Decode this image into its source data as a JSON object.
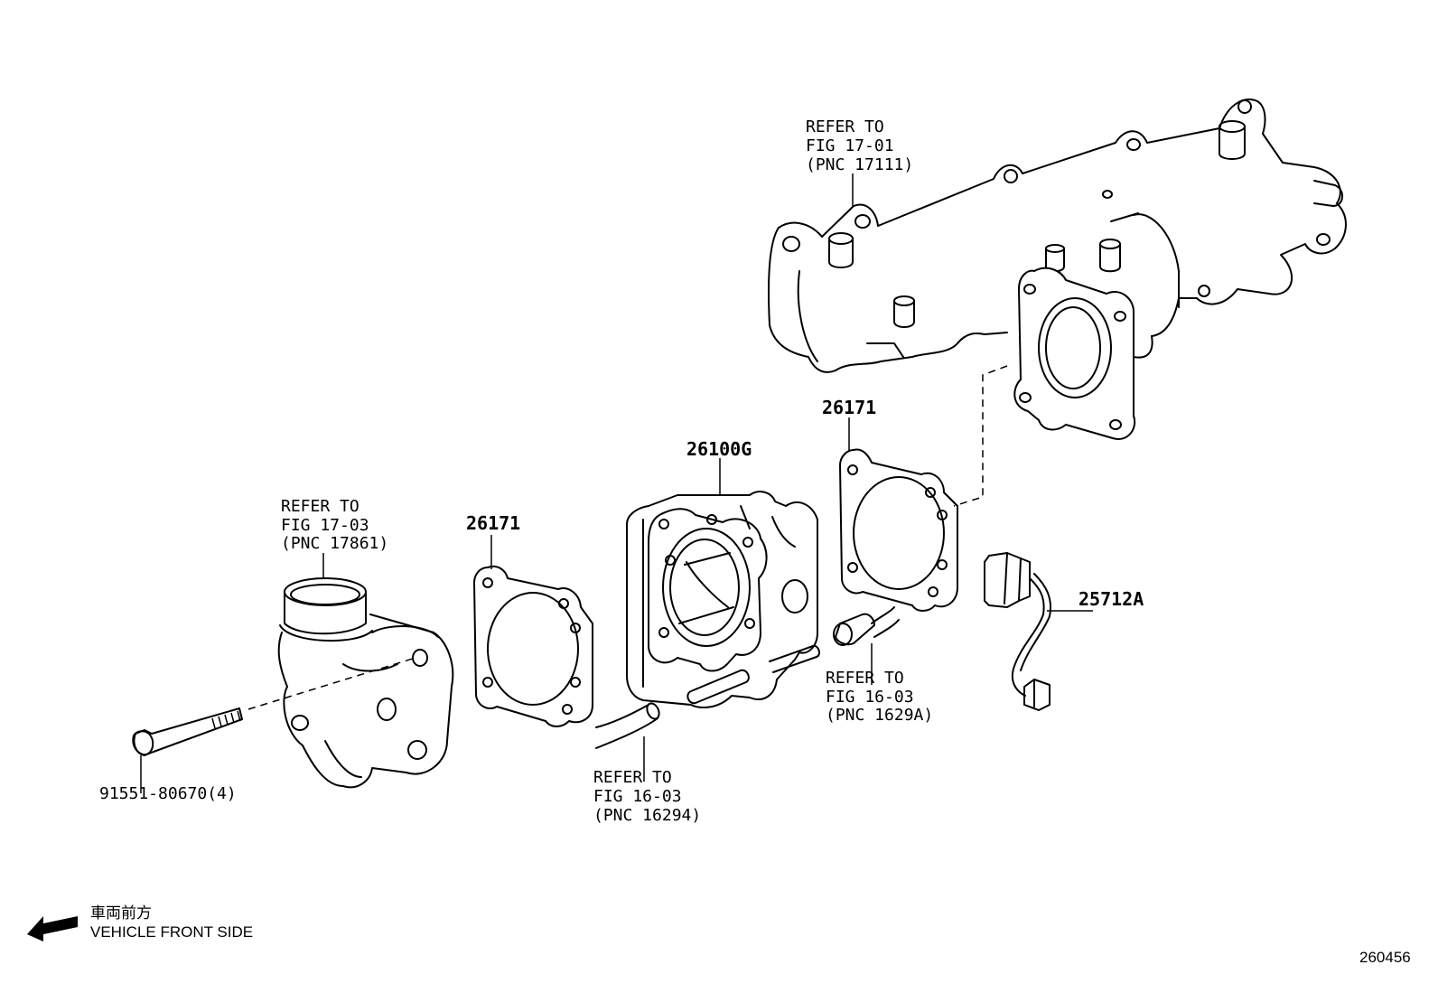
{
  "labels": {
    "manifold_ref": {
      "line1": "REFER TO",
      "line2": "FIG 17-01",
      "line3": "(PNC 17111)"
    },
    "inlet_ref": {
      "line1": "REFER TO",
      "line2": "FIG 17-03",
      "line3": "(PNC 17861)"
    },
    "hose_left_ref": {
      "line1": "REFER TO",
      "line2": "FIG 16-03",
      "line3": "(PNC 16294)"
    },
    "hose_right_ref": {
      "line1": "REFER TO",
      "line2": "FIG 16-03",
      "line3": "(PNC 1629A)"
    },
    "gasket_left": "26171",
    "gasket_right": "26171",
    "throttle_body": "26100G",
    "wire_harness": "25712A",
    "bolt": "91551-80670(4)"
  },
  "footer": {
    "direction_jp": "車両前方",
    "direction_en": "VEHICLE FRONT SIDE",
    "figure_number": "260456"
  }
}
